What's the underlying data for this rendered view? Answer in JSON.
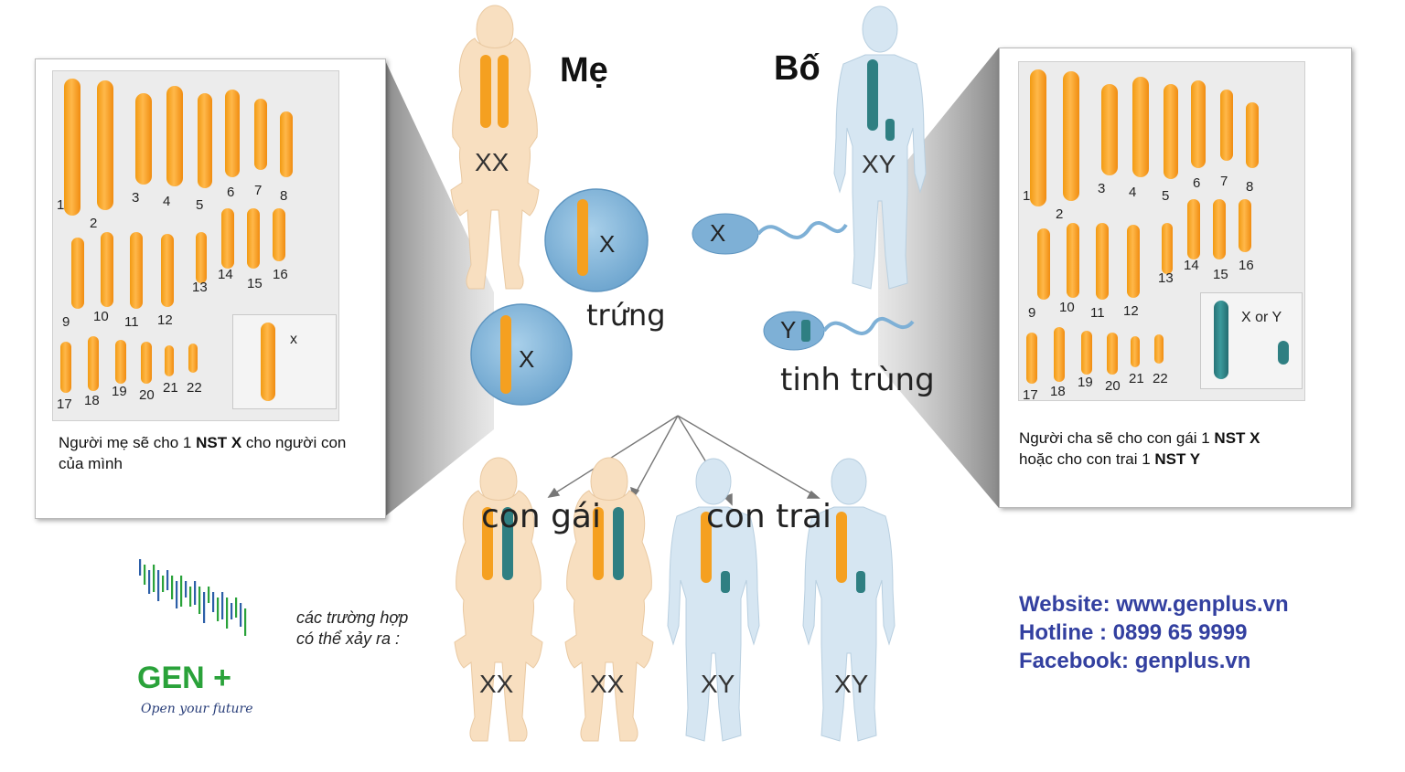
{
  "colors": {
    "chromosome_orange": "#f5a020",
    "chromosome_teal": "#2f7f82",
    "female_body": "#f8dfc0",
    "male_body": "#d6e6f2",
    "cell_blue": "#8fbede",
    "contact_blue": "#3340a0",
    "logo_green": "#2aa23a"
  },
  "icons": [
    "female-figure-icon",
    "male-figure-icon",
    "egg-cell-icon",
    "sperm-cell-icon",
    "dna-bars-logo-icon",
    "chromosome-icon"
  ],
  "mother": {
    "title": "Mẹ",
    "genotype": "XX",
    "egg_label": "trứng",
    "egg_chromosome": "X"
  },
  "father": {
    "title": "Bố",
    "genotype": "XY",
    "sperm_label": "tinh trùng",
    "sperm_x": "X",
    "sperm_y": "Y"
  },
  "left_panel": {
    "numbers": [
      "1",
      "2",
      "3",
      "4",
      "5",
      "6",
      "7",
      "8",
      "9",
      "10",
      "11",
      "12",
      "13",
      "14",
      "15",
      "16",
      "17",
      "18",
      "19",
      "20",
      "21",
      "22"
    ],
    "sex_label": "x",
    "text_prefix": "Người mẹ sẽ cho 1 ",
    "text_bold": "NST X",
    "text_suffix": " cho người con của mình"
  },
  "right_panel": {
    "numbers": [
      "1",
      "2",
      "3",
      "4",
      "5",
      "6",
      "7",
      "8",
      "9",
      "10",
      "11",
      "12",
      "13",
      "14",
      "15",
      "16",
      "17",
      "18",
      "19",
      "20",
      "21",
      "22"
    ],
    "sex_label": "X or Y",
    "text_1": "Người cha sẽ cho con gái 1 ",
    "bold_1": "NST X",
    "text_2": "hoặc cho con trai 1 ",
    "bold_2": "NST Y"
  },
  "offspring": {
    "daughter_label": "con gái",
    "son_label": "con trai",
    "children": [
      "XX",
      "XX",
      "XY",
      "XY"
    ]
  },
  "cases_text": [
    "các trường hợp",
    "có thể xảy ra :"
  ],
  "logo": {
    "name": "GEN +",
    "slogan": "Open your future"
  },
  "contact": {
    "website": "Website: www.genplus.vn",
    "hotline": "Hotline : 0899 65 9999",
    "facebook": "Facebook: genplus.vn"
  }
}
